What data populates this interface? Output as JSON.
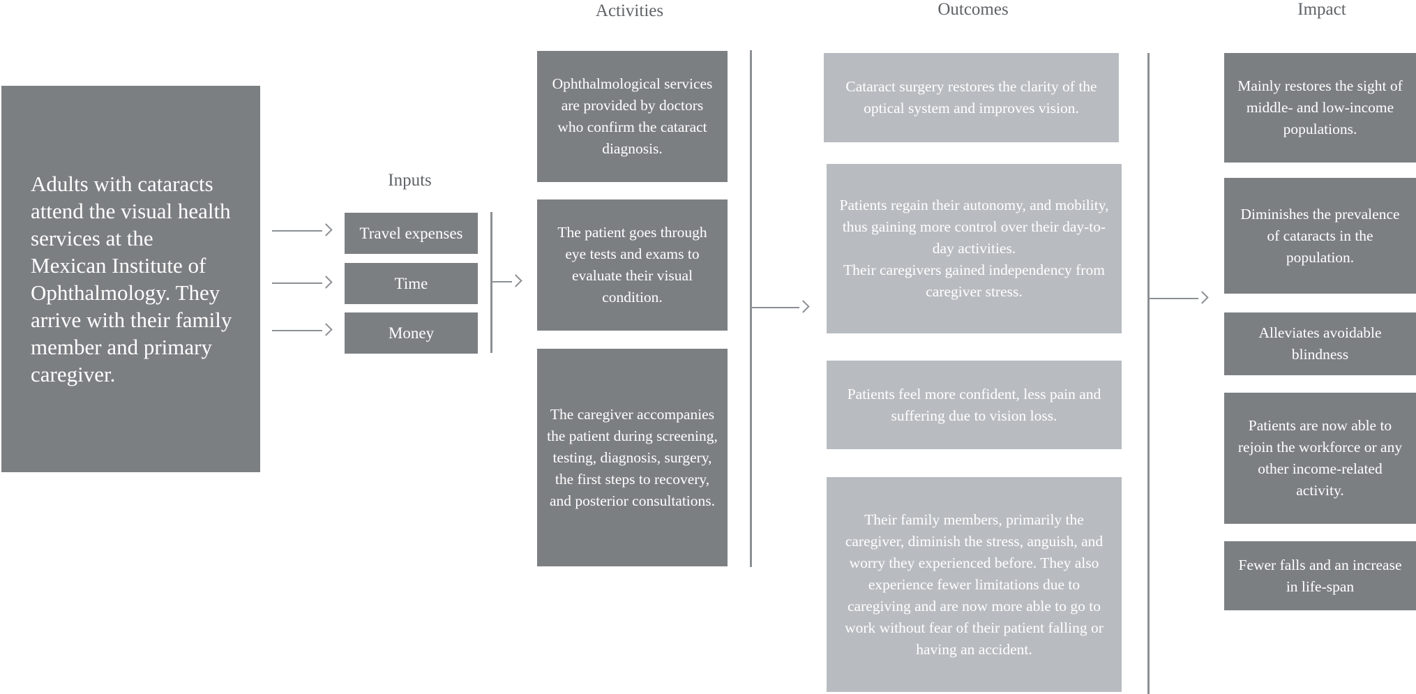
{
  "headings": {
    "inputs": "Inputs",
    "activities": "Activities",
    "outcomes": "Outcomes",
    "impact": "Impact"
  },
  "start": "Adults with cataracts attend the visual health services at the Mexican Institute of Ophthalmology. They arrive with their family member and primary caregiver.",
  "inputs": [
    "Travel expenses",
    "Time",
    "Money"
  ],
  "activities": [
    "Ophthalmological services are provided by doctors who confirm the cataract diagnosis.",
    "The patient goes through eye tests and exams to evaluate their visual condition.",
    "The caregiver accompanies the patient during screening, testing, diagnosis, surgery, the first steps to recovery, and posterior consultations."
  ],
  "outcomes": [
    "Cataract surgery restores the clarity of the optical system and improves vision.",
    "Patients regain their autonomy, and mobility, thus gaining more control over their day-to-day activities.\nTheir caregivers gained independency from caregiver stress.",
    "Patients feel more confident, less pain and suffering due to vision loss.",
    "Their family members, primarily the caregiver, diminish the stress, anguish, and worry they experienced before. They also experience fewer limitations due to caregiving and are now more able to go to work without fear of their patient falling or having an accident."
  ],
  "impact": [
    "Mainly restores the sight of middle- and low-income populations.",
    "Diminishes the prevalence of cataracts in the population.",
    "Alleviates avoidable blindness",
    "Patients are now able to rejoin the workforce or any other income-related activity.",
    "Fewer falls and an increase in life-span"
  ]
}
